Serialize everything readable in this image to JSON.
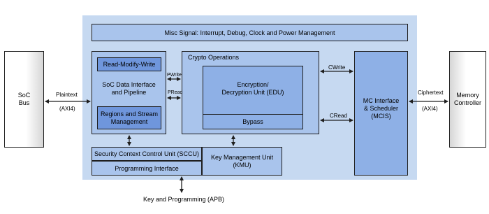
{
  "soc_bus": {
    "line1": "SoC",
    "line2": "Bus"
  },
  "memory_controller": {
    "line1": "Memory",
    "line2": "Controller"
  },
  "plaintext": {
    "label": "Plaintext",
    "protocol": "(AXI4)"
  },
  "ciphertext": {
    "label": "Ciphertext",
    "protocol": "(AXI4)"
  },
  "misc_signal": "Misc Signal: Interrupt, Debug, Clock and Power Management",
  "soc_data_interface": {
    "line1": "SoC Data Interface",
    "line2": "and Pipeline"
  },
  "read_modify_write": "Read-Modify-Write",
  "regions": {
    "line1": "Regions and Stream",
    "line2": "Management"
  },
  "crypto_operations": "Crypto Operations",
  "edu": {
    "line1": "Encryption/",
    "line2": "Decryption Unit (EDU)"
  },
  "bypass": "Bypass",
  "pwrite": "PWrite",
  "pread": "PRead",
  "cwrite": "CWrite",
  "cread": "CRead",
  "mcis": {
    "line1": "MC Interface",
    "line2": "& Scheduler",
    "line3": "(MCIS)"
  },
  "sccu": "Security Context Control Unit (SCCU)",
  "programming_interface": "Programming Interface",
  "kmu": {
    "line1": "Key Management Unit",
    "line2": "(KMU)"
  },
  "key_programming": "Key and Programming (APB)",
  "colors": {
    "outer": "#c6d9f1",
    "light_block": "#a9c4ec",
    "mid_block": "#8eb0e6",
    "dark_block": "#6f96dc",
    "line": "#1f1f1f"
  }
}
